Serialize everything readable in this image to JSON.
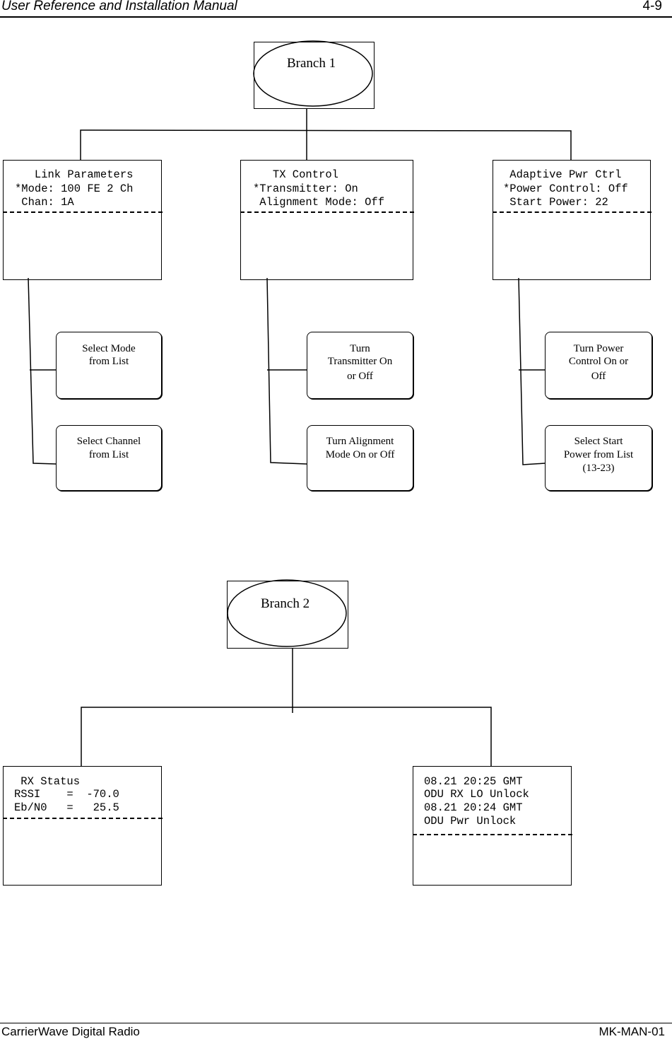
{
  "header": {
    "title": "User Reference and Installation Manual",
    "page": "4-9"
  },
  "footer": {
    "left": "CarrierWave Digital Radio",
    "right": "MK-MAN-01"
  },
  "branch1": {
    "label": "Branch 1",
    "lcds": [
      {
        "lines": [
          "   Link Parameters",
          "*Mode: 100 FE 2 Ch",
          " Chan: 1A"
        ]
      },
      {
        "lines": [
          "   TX Control",
          "*Transmitter: On",
          " Alignment Mode: Off"
        ]
      },
      {
        "lines": [
          " Adaptive Pwr Ctrl",
          "*Power Control: Off",
          " Start Power: 22"
        ]
      }
    ],
    "actions": [
      {
        "lines": [
          "Select Mode",
          "from List"
        ]
      },
      {
        "lines": [
          "Select Channel",
          "from List"
        ]
      },
      {
        "lines": [
          "Turn",
          "Transmitter On",
          "or Off"
        ]
      },
      {
        "lines": [
          "Turn Alignment",
          "Mode On or Off"
        ]
      },
      {
        "lines": [
          "Turn Power",
          "Control On or",
          "Off"
        ]
      },
      {
        "lines": [
          "Select Start",
          "Power from List",
          "(13-23)"
        ]
      }
    ]
  },
  "branch2": {
    "label": "Branch 2",
    "lcds": [
      {
        "lines": [
          " RX Status",
          "RSSI    =  -70.0",
          "Eb/N0   =   25.5"
        ]
      },
      {
        "lines": [
          "08.21 20:25 GMT",
          "ODU RX LO Unlock",
          "08.21 20:24 GMT",
          "ODU Pwr Unlock"
        ]
      }
    ]
  }
}
